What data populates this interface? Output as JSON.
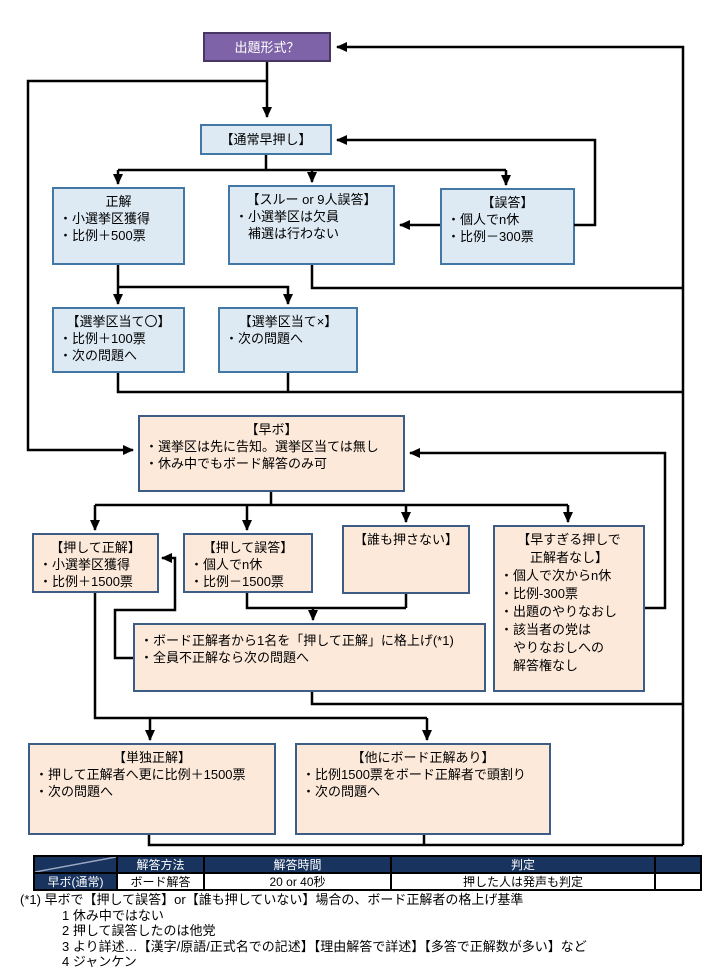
{
  "nodes": {
    "format": {
      "label": "出題形式？"
    },
    "normal": {
      "label": "【通常早押し】"
    },
    "correct": {
      "title": "正解",
      "lines": [
        "・小選挙区獲得",
        "・比例＋500票"
      ]
    },
    "thru": {
      "title": "【スルー or 9人誤答】",
      "lines": [
        "・小選挙区は欠員",
        "　補選は行わない"
      ]
    },
    "wrong": {
      "title": "【誤答】",
      "lines": [
        "・個人でn休",
        "・比例－300票"
      ]
    },
    "district_o": {
      "title": "【選挙区当て〇】",
      "lines": [
        "・比例＋100票",
        "・次の問題へ"
      ]
    },
    "district_x": {
      "title": "【選挙区当て×】",
      "lines": [
        "・次の問題へ"
      ]
    },
    "hayabo": {
      "title": "【早ボ】",
      "lines": [
        "・選挙区は先に告知。選挙区当ては無し",
        "・休み中でもボード解答のみ可"
      ]
    },
    "push_correct": {
      "title": "【押して正解】",
      "lines": [
        "・小選挙区獲得",
        "・比例＋1500票"
      ]
    },
    "push_wrong": {
      "title": "【押して誤答】",
      "lines": [
        "・個人でn休",
        "・比例－1500票"
      ]
    },
    "nobody": {
      "title": "【誰も押さない】"
    },
    "too_early": {
      "title": "【早すぎる押しで\n正解者なし】",
      "lines": [
        "・個人で次からn休",
        "・比例-300票",
        "・出題のやりなおし",
        "・該当者の党は",
        "　やりなおしへの",
        "　解答権なし"
      ]
    },
    "promote": {
      "lines": [
        "・ボード正解者から1名を「押して正解」に格上げ(*1)",
        "・全員不正解なら次の問題へ"
      ]
    },
    "solo": {
      "title": "【単独正解】",
      "lines": [
        "・押して正解者へ更に比例＋1500票",
        "・次の問題へ"
      ]
    },
    "other_board": {
      "title": "【他にボード正解あり】",
      "lines": [
        "・比例1500票をボード正解者で頭割り",
        "・次の問題へ"
      ]
    }
  },
  "table": {
    "corner": "",
    "headers": [
      "解答方法",
      "解答時間",
      "判定"
    ],
    "row_label": "早ボ(通常)",
    "values": [
      "ボード解答",
      "20 or 40秒",
      "押した人は発声も判定"
    ]
  },
  "notes": {
    "line1": "(*1) 早ボで【押して誤答】or【誰も押していない】場合の、ボード正解者の格上げ基準",
    "items": [
      "1 休み中ではない",
      "2 押して誤答したのは他党",
      "3 より詳述…【漢字/原語/正式名での記述】【理由解答で詳述】【多答で正解数が多い】など",
      "4 ジャンケン"
    ]
  },
  "colors": {
    "purple_fill": "#7e63a8",
    "purple_border": "#473764",
    "blue_fill": "#ddeaf4",
    "blue_border": "#4377a6",
    "peach_fill": "#fce9da",
    "peach_border": "#3d5c86",
    "table_header": "#18335e",
    "line": "#000000"
  }
}
